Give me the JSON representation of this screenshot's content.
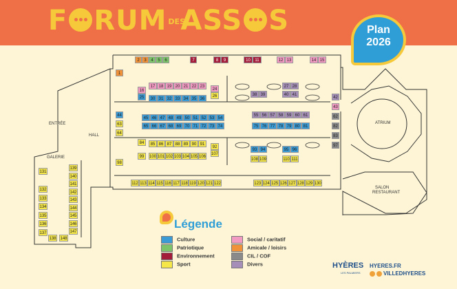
{
  "header": {
    "t1": "F",
    "t2": "RUM",
    "t3": "DES",
    "t4": "ASS",
    "t5": "S"
  },
  "badge": {
    "line1": "Plan",
    "line2": "2026"
  },
  "labels": {
    "entree": "ENTRÉE",
    "hall": "HALL",
    "galerie": "GALERIE",
    "atrium": "ATRIUM",
    "salon1": "SALON",
    "salon2": "RESTAURANT"
  },
  "colors": {
    "C": "#3a9bd5",
    "P": "#7cc36a",
    "E": "#a31d3a",
    "S": "#f5e64a",
    "SO": "#f29ac2",
    "A": "#f0923a",
    "CI": "#8a8a8a",
    "D": "#a58fb8"
  },
  "legend": {
    "title": "Légende",
    "items": [
      {
        "label": "Culture",
        "color": "#3a9bd5"
      },
      {
        "label": "Patriotique",
        "color": "#7cc36a"
      },
      {
        "label": "Environnement",
        "color": "#a31d3a"
      },
      {
        "label": "Sport",
        "color": "#f5e64a"
      },
      {
        "label": "Social / caritatif",
        "color": "#f29ac2"
      },
      {
        "label": "Amicale / loisirs",
        "color": "#f0923a"
      },
      {
        "label": "CIL / COF",
        "color": "#8a8a8a"
      },
      {
        "label": "Divers",
        "color": "#a58fb8"
      }
    ]
  },
  "footer": {
    "brand": "HYÈRES",
    "tagline": "LES PALMIERS",
    "site": "HYERES.FR",
    "social": "VILLEDHYERES"
  },
  "stands": [
    {
      "n": "1",
      "c": "A"
    },
    {
      "n": "2",
      "c": "A"
    },
    {
      "n": "3",
      "c": "A"
    },
    {
      "n": "4",
      "c": "P"
    },
    {
      "n": "5",
      "c": "P"
    },
    {
      "n": "6",
      "c": "P"
    },
    {
      "n": "7",
      "c": "E"
    },
    {
      "n": "8",
      "c": "E"
    },
    {
      "n": "9",
      "c": "E"
    },
    {
      "n": "10",
      "c": "E"
    },
    {
      "n": "11",
      "c": "E"
    },
    {
      "n": "12",
      "c": "SO"
    },
    {
      "n": "13",
      "c": "SO"
    },
    {
      "n": "14",
      "c": "SO"
    },
    {
      "n": "15",
      "c": "SO"
    },
    {
      "n": "16",
      "c": "SO"
    },
    {
      "n": "17",
      "c": "SO"
    },
    {
      "n": "18",
      "c": "SO"
    },
    {
      "n": "19",
      "c": "SO"
    },
    {
      "n": "20",
      "c": "SO"
    },
    {
      "n": "21",
      "c": "SO"
    },
    {
      "n": "22",
      "c": "SO"
    },
    {
      "n": "23",
      "c": "SO"
    },
    {
      "n": "24",
      "c": "SO"
    },
    {
      "n": "25",
      "c": "C"
    },
    {
      "n": "26",
      "c": "S"
    },
    {
      "n": "27",
      "c": "D"
    },
    {
      "n": "28",
      "c": "D"
    },
    {
      "n": "29",
      "c": "C"
    },
    {
      "n": "30",
      "c": "C"
    },
    {
      "n": "31",
      "c": "C"
    },
    {
      "n": "32",
      "c": "C"
    },
    {
      "n": "33",
      "c": "C"
    },
    {
      "n": "34",
      "c": "C"
    },
    {
      "n": "35",
      "c": "C"
    },
    {
      "n": "36",
      "c": "C"
    },
    {
      "n": "37",
      "c": "SO"
    },
    {
      "n": "38",
      "c": "D"
    },
    {
      "n": "39",
      "c": "D"
    },
    {
      "n": "40",
      "c": "D"
    },
    {
      "n": "41",
      "c": "D"
    },
    {
      "n": "42",
      "c": "D"
    },
    {
      "n": "43",
      "c": "SO"
    },
    {
      "n": "44",
      "c": "C"
    },
    {
      "n": "45",
      "c": "C"
    },
    {
      "n": "46",
      "c": "C"
    },
    {
      "n": "47",
      "c": "C"
    },
    {
      "n": "48",
      "c": "C"
    },
    {
      "n": "49",
      "c": "C"
    },
    {
      "n": "50",
      "c": "C"
    },
    {
      "n": "51",
      "c": "C"
    },
    {
      "n": "52",
      "c": "C"
    },
    {
      "n": "53",
      "c": "C"
    },
    {
      "n": "54",
      "c": "C"
    },
    {
      "n": "55",
      "c": "D"
    },
    {
      "n": "56",
      "c": "D"
    },
    {
      "n": "57",
      "c": "D"
    },
    {
      "n": "58",
      "c": "D"
    },
    {
      "n": "59",
      "c": "D"
    },
    {
      "n": "60",
      "c": "D"
    },
    {
      "n": "61",
      "c": "D"
    },
    {
      "n": "62",
      "c": "CI"
    },
    {
      "n": "63",
      "c": "S"
    },
    {
      "n": "64",
      "c": "S"
    },
    {
      "n": "65",
      "c": "C"
    },
    {
      "n": "66",
      "c": "C"
    },
    {
      "n": "67",
      "c": "C"
    },
    {
      "n": "68",
      "c": "C"
    },
    {
      "n": "69",
      "c": "C"
    },
    {
      "n": "70",
      "c": "C"
    },
    {
      "n": "71",
      "c": "C"
    },
    {
      "n": "72",
      "c": "C"
    },
    {
      "n": "73",
      "c": "C"
    },
    {
      "n": "74",
      "c": "C"
    },
    {
      "n": "75",
      "c": "C"
    },
    {
      "n": "76",
      "c": "C"
    },
    {
      "n": "77",
      "c": "C"
    },
    {
      "n": "78",
      "c": "C"
    },
    {
      "n": "79",
      "c": "C"
    },
    {
      "n": "80",
      "c": "C"
    },
    {
      "n": "81",
      "c": "C"
    },
    {
      "n": "82",
      "c": "CI"
    },
    {
      "n": "83",
      "c": "CI"
    },
    {
      "n": "84",
      "c": "S"
    },
    {
      "n": "85",
      "c": "S"
    },
    {
      "n": "86",
      "c": "S"
    },
    {
      "n": "87",
      "c": "S"
    },
    {
      "n": "88",
      "c": "S"
    },
    {
      "n": "89",
      "c": "S"
    },
    {
      "n": "90",
      "c": "S"
    },
    {
      "n": "91",
      "c": "S"
    },
    {
      "n": "92",
      "c": "S"
    },
    {
      "n": "93",
      "c": "C"
    },
    {
      "n": "94",
      "c": "C"
    },
    {
      "n": "95",
      "c": "C"
    },
    {
      "n": "96",
      "c": "C"
    },
    {
      "n": "97",
      "c": "CI"
    },
    {
      "n": "98",
      "c": "S"
    },
    {
      "n": "99",
      "c": "S"
    },
    {
      "n": "100",
      "c": "S"
    },
    {
      "n": "101",
      "c": "S"
    },
    {
      "n": "102",
      "c": "S"
    },
    {
      "n": "103",
      "c": "S"
    },
    {
      "n": "104",
      "c": "S"
    },
    {
      "n": "105",
      "c": "S"
    },
    {
      "n": "106",
      "c": "S"
    },
    {
      "n": "107",
      "c": "S"
    },
    {
      "n": "108",
      "c": "S"
    },
    {
      "n": "109",
      "c": "S"
    },
    {
      "n": "110",
      "c": "S"
    },
    {
      "n": "111",
      "c": "S"
    },
    {
      "n": "112",
      "c": "S"
    },
    {
      "n": "113",
      "c": "S"
    },
    {
      "n": "114",
      "c": "S"
    },
    {
      "n": "115",
      "c": "S"
    },
    {
      "n": "116",
      "c": "S"
    },
    {
      "n": "117",
      "c": "S"
    },
    {
      "n": "118",
      "c": "S"
    },
    {
      "n": "119",
      "c": "S"
    },
    {
      "n": "120",
      "c": "S"
    },
    {
      "n": "121",
      "c": "S"
    },
    {
      "n": "122",
      "c": "S"
    },
    {
      "n": "123",
      "c": "S"
    },
    {
      "n": "124",
      "c": "S"
    },
    {
      "n": "125",
      "c": "S"
    },
    {
      "n": "126",
      "c": "S"
    },
    {
      "n": "127",
      "c": "S"
    },
    {
      "n": "128",
      "c": "S"
    },
    {
      "n": "129",
      "c": "S"
    },
    {
      "n": "130",
      "c": "S"
    },
    {
      "n": "131",
      "c": "S"
    },
    {
      "n": "132",
      "c": "S"
    },
    {
      "n": "133",
      "c": "S"
    },
    {
      "n": "134",
      "c": "S"
    },
    {
      "n": "135",
      "c": "S"
    },
    {
      "n": "136",
      "c": "S"
    },
    {
      "n": "137",
      "c": "S"
    },
    {
      "n": "138",
      "c": "S"
    },
    {
      "n": "139",
      "c": "S"
    },
    {
      "n": "140",
      "c": "S"
    },
    {
      "n": "141",
      "c": "S"
    },
    {
      "n": "142",
      "c": "S"
    },
    {
      "n": "143",
      "c": "S"
    },
    {
      "n": "144",
      "c": "S"
    },
    {
      "n": "145",
      "c": "S"
    },
    {
      "n": "146",
      "c": "S"
    },
    {
      "n": "147",
      "c": "S"
    },
    {
      "n": "148",
      "c": "S"
    }
  ]
}
